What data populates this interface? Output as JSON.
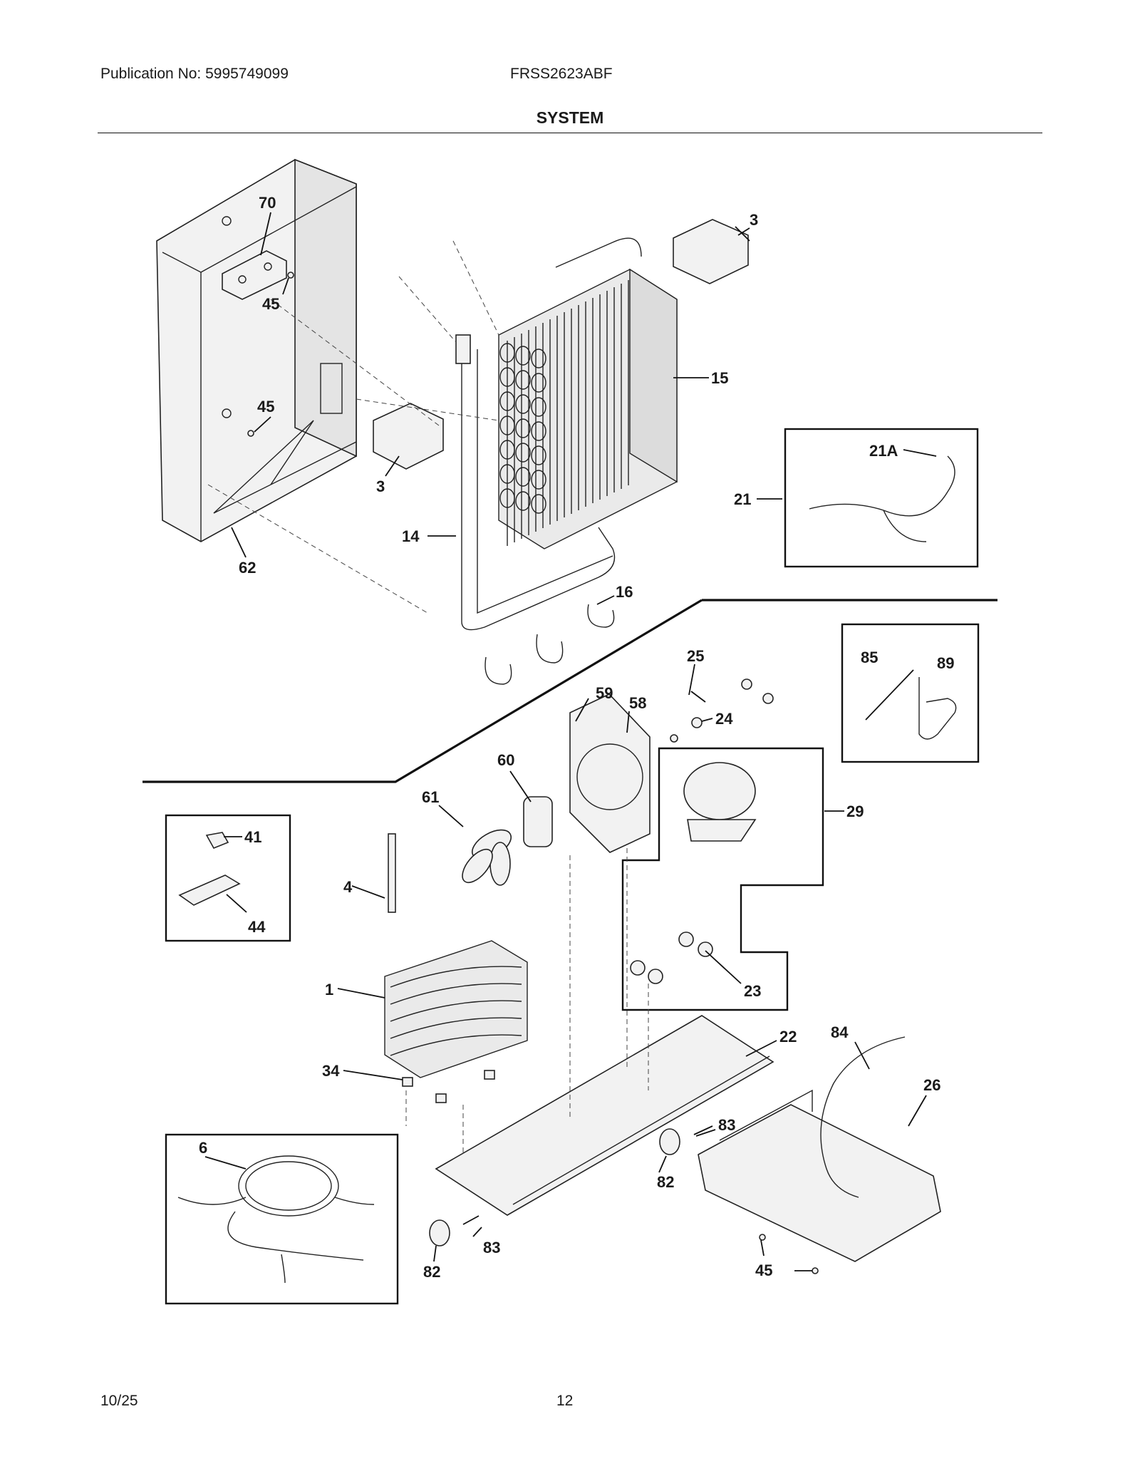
{
  "header": {
    "publication": "Publication No: 5995749099",
    "model": "FRSS2623ABF",
    "section_title": "SYSTEM"
  },
  "footer": {
    "date": "10/25",
    "page_number": "12"
  },
  "callouts": [
    {
      "id": "c70",
      "text": "70"
    },
    {
      "id": "c45a",
      "text": "45"
    },
    {
      "id": "c45b",
      "text": "45"
    },
    {
      "id": "c62",
      "text": "62"
    },
    {
      "id": "c3a",
      "text": "3"
    },
    {
      "id": "c3b",
      "text": "3"
    },
    {
      "id": "c15",
      "text": "15"
    },
    {
      "id": "c14",
      "text": "14"
    },
    {
      "id": "c16",
      "text": "16"
    },
    {
      "id": "c21",
      "text": "21"
    },
    {
      "id": "c21A",
      "text": "21A"
    },
    {
      "id": "c85",
      "text": "85"
    },
    {
      "id": "c89",
      "text": "89"
    },
    {
      "id": "c25",
      "text": "25"
    },
    {
      "id": "c24",
      "text": "24"
    },
    {
      "id": "c59",
      "text": "59"
    },
    {
      "id": "c58",
      "text": "58"
    },
    {
      "id": "c60",
      "text": "60"
    },
    {
      "id": "c61",
      "text": "61"
    },
    {
      "id": "c29",
      "text": "29"
    },
    {
      "id": "c41",
      "text": "41"
    },
    {
      "id": "c44",
      "text": "44"
    },
    {
      "id": "c4",
      "text": "4"
    },
    {
      "id": "c1",
      "text": "1"
    },
    {
      "id": "c34",
      "text": "34"
    },
    {
      "id": "c23",
      "text": "23"
    },
    {
      "id": "c22",
      "text": "22"
    },
    {
      "id": "c84",
      "text": "84"
    },
    {
      "id": "c26",
      "text": "26"
    },
    {
      "id": "c83a",
      "text": "83"
    },
    {
      "id": "c82a",
      "text": "82"
    },
    {
      "id": "c6",
      "text": "6"
    },
    {
      "id": "c83b",
      "text": "83"
    },
    {
      "id": "c82b",
      "text": "82"
    },
    {
      "id": "c45c",
      "text": "45"
    }
  ]
}
